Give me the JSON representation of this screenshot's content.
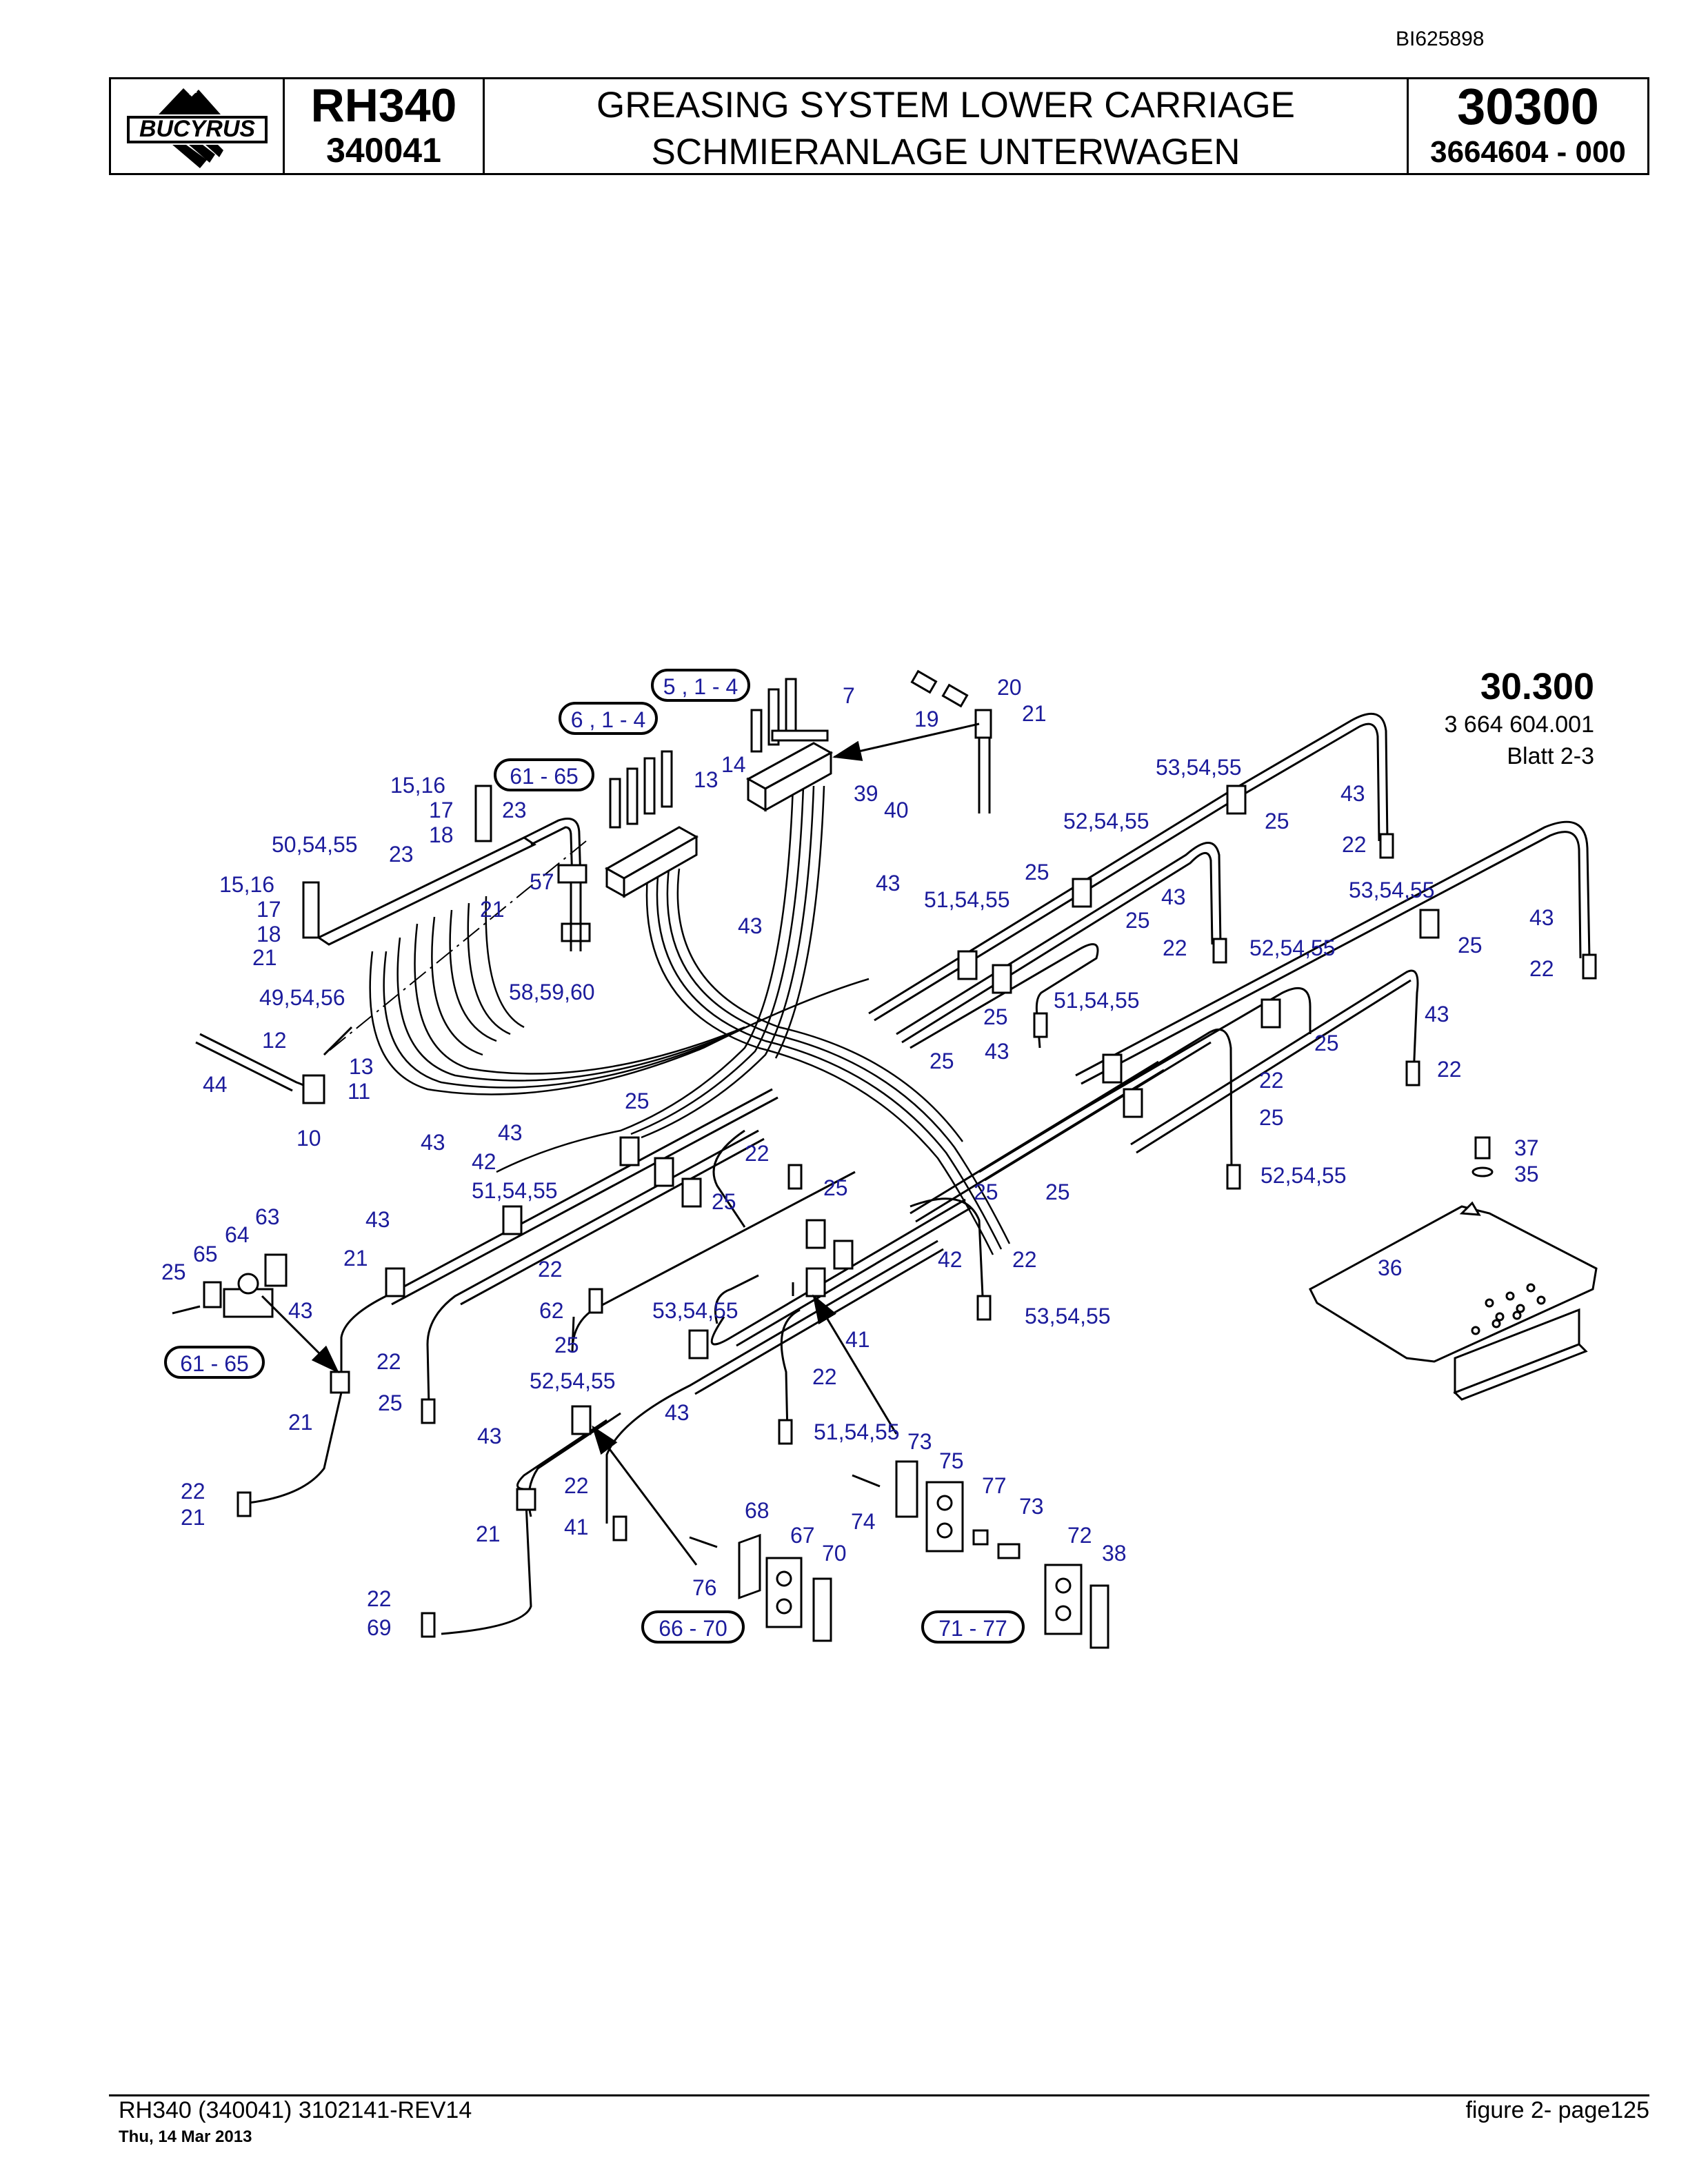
{
  "doc_id": "BI625898",
  "header": {
    "brand": "BUCYRUS",
    "model": "RH340",
    "serial": "340041",
    "title_en": "GREASING SYSTEM LOWER CARRIAGE",
    "title_de": "SCHMIERANLAGE UNTERWAGEN",
    "group_number": "30300",
    "part_number": "3664604  - 000"
  },
  "figure": {
    "number": "30.300",
    "drawing_number": "3 664 604.001",
    "sheet": "Blatt 2-3"
  },
  "callouts": {
    "group_5": "5 , 1 - 4",
    "group_6": "6 , 1 - 4",
    "group_61_top": "61 - 65",
    "group_61_left": "61 - 65",
    "group_66": "66 - 70",
    "group_71": "71 - 77"
  },
  "labels": [
    {
      "id": "l1",
      "text": "7"
    },
    {
      "id": "l2",
      "text": "20"
    },
    {
      "id": "l3",
      "text": "19"
    },
    {
      "id": "l4",
      "text": "21"
    },
    {
      "id": "l5",
      "text": "14"
    },
    {
      "id": "l6",
      "text": "13"
    },
    {
      "id": "l7",
      "text": "39"
    },
    {
      "id": "l8",
      "text": "40"
    },
    {
      "id": "l9",
      "text": "15,16"
    },
    {
      "id": "l10",
      "text": "17"
    },
    {
      "id": "l11",
      "text": "23"
    },
    {
      "id": "l12",
      "text": "18"
    },
    {
      "id": "l13",
      "text": "50,54,55"
    },
    {
      "id": "l14",
      "text": "23"
    },
    {
      "id": "l15",
      "text": "57"
    },
    {
      "id": "l16",
      "text": "21"
    },
    {
      "id": "l17",
      "text": "15,16"
    },
    {
      "id": "l18",
      "text": "17"
    },
    {
      "id": "l19",
      "text": "18"
    },
    {
      "id": "l20",
      "text": "21"
    },
    {
      "id": "l21",
      "text": "43"
    },
    {
      "id": "l22",
      "text": "43"
    },
    {
      "id": "l23",
      "text": "58,59,60"
    },
    {
      "id": "l24",
      "text": "49,54,56"
    },
    {
      "id": "l25",
      "text": "12"
    },
    {
      "id": "l26",
      "text": "13"
    },
    {
      "id": "l27",
      "text": "11"
    },
    {
      "id": "l28",
      "text": "44"
    },
    {
      "id": "l29",
      "text": "10"
    },
    {
      "id": "l30",
      "text": "43"
    },
    {
      "id": "l31",
      "text": "43"
    },
    {
      "id": "l32",
      "text": "53,54,55"
    },
    {
      "id": "l33",
      "text": "43"
    },
    {
      "id": "l34",
      "text": "25"
    },
    {
      "id": "l35",
      "text": "22"
    },
    {
      "id": "l36",
      "text": "52,54,55"
    },
    {
      "id": "l37",
      "text": "43"
    },
    {
      "id": "l38",
      "text": "25"
    },
    {
      "id": "l39",
      "text": "22"
    },
    {
      "id": "l40",
      "text": "25"
    },
    {
      "id": "l41",
      "text": "51,54,55"
    },
    {
      "id": "l42",
      "text": "53,54,55"
    },
    {
      "id": "l43",
      "text": "43"
    },
    {
      "id": "l44",
      "text": "25"
    },
    {
      "id": "l45",
      "text": "22"
    },
    {
      "id": "l46",
      "text": "52,54,55"
    },
    {
      "id": "l47",
      "text": "43"
    },
    {
      "id": "l48",
      "text": "25"
    },
    {
      "id": "l49",
      "text": "22"
    },
    {
      "id": "l50",
      "text": "51,54,55"
    },
    {
      "id": "l51",
      "text": "25"
    },
    {
      "id": "l52",
      "text": "43"
    },
    {
      "id": "l53",
      "text": "25"
    },
    {
      "id": "l54",
      "text": "22"
    },
    {
      "id": "l55",
      "text": "25"
    },
    {
      "id": "l56",
      "text": "52,54,55"
    },
    {
      "id": "l57",
      "text": "25"
    },
    {
      "id": "l58",
      "text": "42"
    },
    {
      "id": "l59",
      "text": "22"
    },
    {
      "id": "l60",
      "text": "25"
    },
    {
      "id": "l61",
      "text": "51,54,55"
    },
    {
      "id": "l62",
      "text": "25"
    },
    {
      "id": "l63",
      "text": "25"
    },
    {
      "id": "l64",
      "text": "25"
    },
    {
      "id": "l65",
      "text": "42"
    },
    {
      "id": "l66",
      "text": "22"
    },
    {
      "id": "l67",
      "text": "53,54,55"
    },
    {
      "id": "l68",
      "text": "43"
    },
    {
      "id": "l69",
      "text": "22"
    },
    {
      "id": "l70",
      "text": "62"
    },
    {
      "id": "l71",
      "text": "63"
    },
    {
      "id": "l72",
      "text": "64"
    },
    {
      "id": "l73",
      "text": "65"
    },
    {
      "id": "l74",
      "text": "25"
    },
    {
      "id": "l75",
      "text": "21"
    },
    {
      "id": "l76",
      "text": "43"
    },
    {
      "id": "l77",
      "text": "22"
    },
    {
      "id": "l78",
      "text": "25"
    },
    {
      "id": "l79",
      "text": "53,54,55"
    },
    {
      "id": "l80",
      "text": "25"
    },
    {
      "id": "l81",
      "text": "52,54,55"
    },
    {
      "id": "l82",
      "text": "43"
    },
    {
      "id": "l83",
      "text": "22"
    },
    {
      "id": "l84",
      "text": "51,54,55"
    },
    {
      "id": "l85",
      "text": "41"
    },
    {
      "id": "l86",
      "text": "21"
    },
    {
      "id": "l87",
      "text": "22"
    },
    {
      "id": "l88",
      "text": "21"
    },
    {
      "id": "l89",
      "text": "43"
    },
    {
      "id": "l90",
      "text": "22"
    },
    {
      "id": "l91",
      "text": "41"
    },
    {
      "id": "l92",
      "text": "21"
    },
    {
      "id": "l93",
      "text": "22"
    },
    {
      "id": "l94",
      "text": "69"
    },
    {
      "id": "l95",
      "text": "68"
    },
    {
      "id": "l96",
      "text": "67"
    },
    {
      "id": "l97",
      "text": "70"
    },
    {
      "id": "l98",
      "text": "76"
    },
    {
      "id": "l99",
      "text": "73"
    },
    {
      "id": "l100",
      "text": "75"
    },
    {
      "id": "l101",
      "text": "77"
    },
    {
      "id": "l102",
      "text": "74"
    },
    {
      "id": "l103",
      "text": "73"
    },
    {
      "id": "l104",
      "text": "72"
    },
    {
      "id": "l105",
      "text": "38"
    },
    {
      "id": "l106",
      "text": "37"
    },
    {
      "id": "l107",
      "text": "35"
    },
    {
      "id": "l108",
      "text": "36"
    }
  ],
  "footer": {
    "left": "RH340 (340041) 3102141-REV14",
    "date": "Thu, 14 Mar 2013",
    "right": "figure  2- page125"
  },
  "colors": {
    "label": "#1c1c9c",
    "line": "#000000",
    "background": "#ffffff"
  }
}
